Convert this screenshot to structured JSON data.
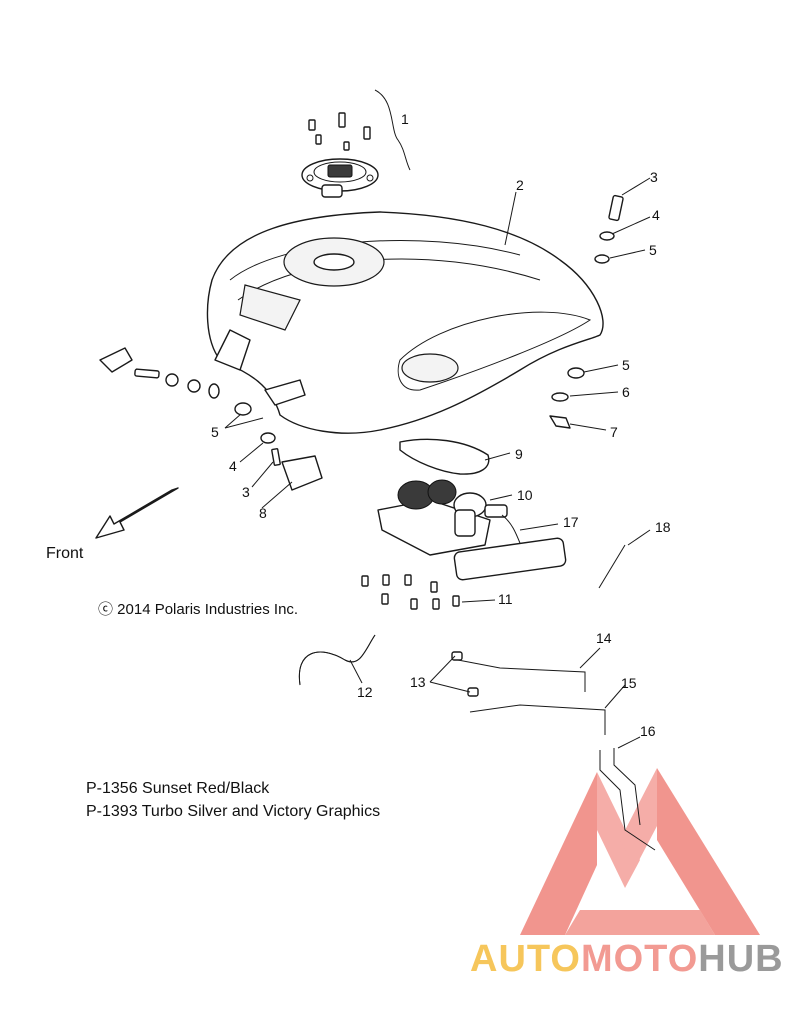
{
  "callouts": {
    "c1": "1",
    "c2": "2",
    "c3a": "3",
    "c4a": "4",
    "c5a": "5",
    "c5b": "5",
    "c6": "6",
    "c7": "7",
    "c5c": "5",
    "c4b": "4",
    "c3b": "3",
    "c8": "8",
    "c9": "9",
    "c10": "10",
    "c17": "17",
    "c18": "18",
    "c11": "11",
    "c12": "12",
    "c13": "13",
    "c14": "14",
    "c15": "15",
    "c16": "16"
  },
  "labels": {
    "front": "Front",
    "copyright": "ⓒ 2014 Polaris Industries Inc.",
    "variant_1": "P-1356 Sunset Red/Black",
    "variant_2": "P-1393 Turbo Silver and Victory Graphics"
  },
  "watermark": {
    "part_1": "AUTO",
    "part_2": "MOTO",
    "part_3": "HUB",
    "color_1": "#f6c65b",
    "color_2": "#f29a92",
    "color_3": "#9a9a9a"
  }
}
